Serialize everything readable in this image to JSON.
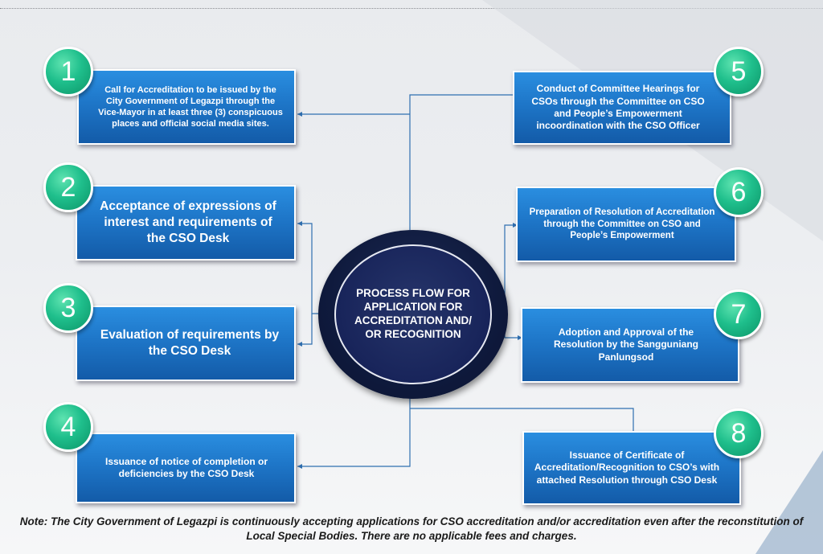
{
  "hub": {
    "title": "PROCESS FLOW FOR APPLICATION FOR ACCREDITATION AND/ OR RECOGNITION"
  },
  "steps": [
    {
      "number": "1",
      "text": "Call for Accreditation to be issued by the City Government of Legazpi through the Vice-Mayor in at least three (3) conspicuous places and official social media sites."
    },
    {
      "number": "2",
      "text": "Acceptance of expressions of interest and requirements of the CSO Desk"
    },
    {
      "number": "3",
      "text": "Evaluation of requirements by the CSO Desk"
    },
    {
      "number": "4",
      "text": "Issuance of notice of completion or deficiencies by the CSO Desk"
    },
    {
      "number": "5",
      "text": "Conduct of Committee Hearings for CSOs through the Committee on CSO and People’s Empowerment incoordination with the CSO Officer"
    },
    {
      "number": "6",
      "text": "Preparation of Resolution of Accreditation through the Committee on CSO and People’s Empowerment"
    },
    {
      "number": "7",
      "text": "Adoption and Approval of the Resolution by the Sangguniang Panlungsod"
    },
    {
      "number": "8",
      "text": "Issuance of Certificate of Accreditation/Recognition to CSO’s with attached Resolution through CSO Desk"
    }
  ],
  "note": "Note: The City Government of Legazpi is continuously accepting applications for CSO accreditation and/or accreditation even after the reconstitution of Local Special Bodies. There are no applicable fees and charges.",
  "colors": {
    "box": "#1e76c8",
    "badge": "#1fbf8c",
    "hub": "#0f1a3d",
    "connector": "#2f6fb0"
  }
}
